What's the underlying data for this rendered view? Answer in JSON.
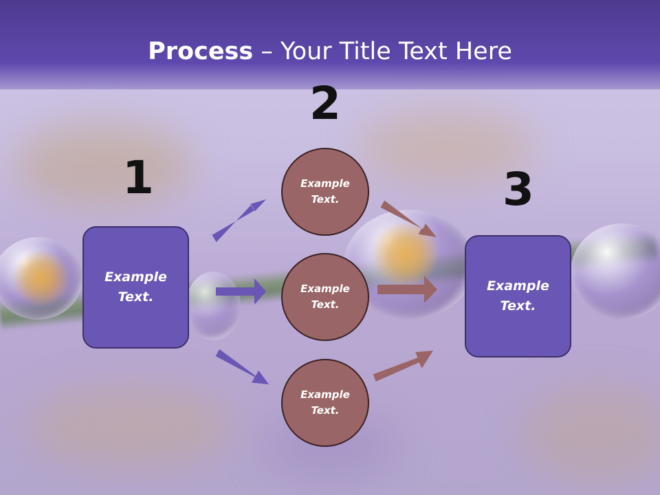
{
  "title": {
    "bold": "Process",
    "rest": " – Your Title Text Here"
  },
  "steps": {
    "one": "1",
    "two": "2",
    "three": "3"
  },
  "left_box": {
    "label": "Example Text."
  },
  "circles": [
    {
      "label": "Example Text."
    },
    {
      "label": "Example Text."
    },
    {
      "label": "Example Text."
    }
  ],
  "right_box": {
    "label": "Example Text."
  },
  "colors": {
    "box_fill": "#6a57b5",
    "circle_fill": "#9a6566",
    "arrow_purple": "#6a57b5",
    "arrow_brown": "#9a6566",
    "title_band": "#5f48ad"
  }
}
